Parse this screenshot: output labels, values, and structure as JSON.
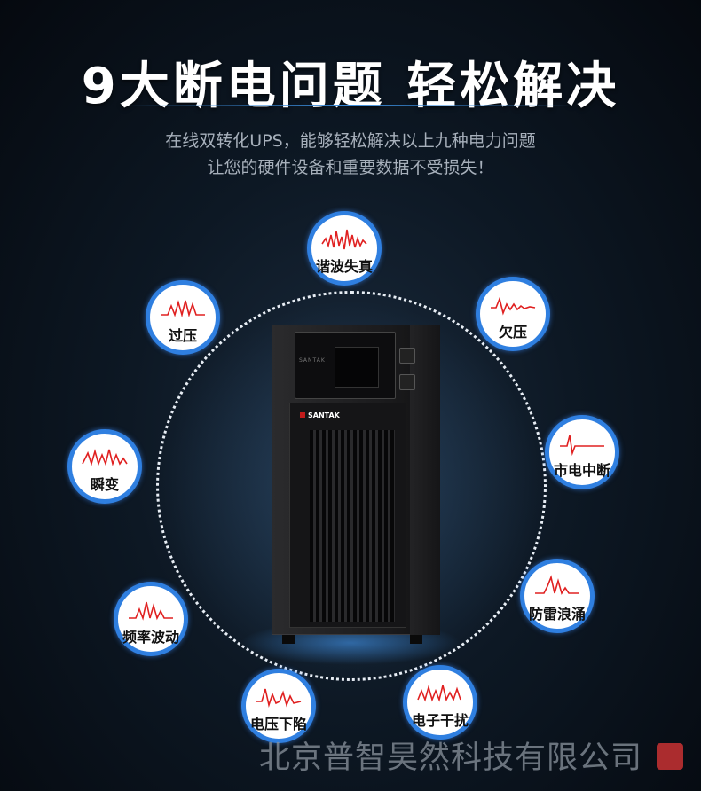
{
  "title": "9大断电问题 轻松解决",
  "subtitle": {
    "line1": "在线双转化UPS，能够轻松解决以上九种电力问题",
    "line2": "让您的硬件设备和重要数据不受损失！"
  },
  "product": {
    "brand": "SANTAK",
    "panel_brand": "SANTAK"
  },
  "problems": [
    {
      "label": "谐波失真"
    },
    {
      "label": "欠压"
    },
    {
      "label": "市电中断"
    },
    {
      "label": "防雷浪涌"
    },
    {
      "label": "电子干扰"
    },
    {
      "label": "电压下陷"
    },
    {
      "label": "频率波动"
    },
    {
      "label": "瞬变"
    },
    {
      "label": "过压"
    }
  ],
  "watermark": "北京普智昊然科技有限公司",
  "colors": {
    "accent_blue": "#2f7fe0",
    "wave_red": "#e02020",
    "title": "#ffffff"
  }
}
